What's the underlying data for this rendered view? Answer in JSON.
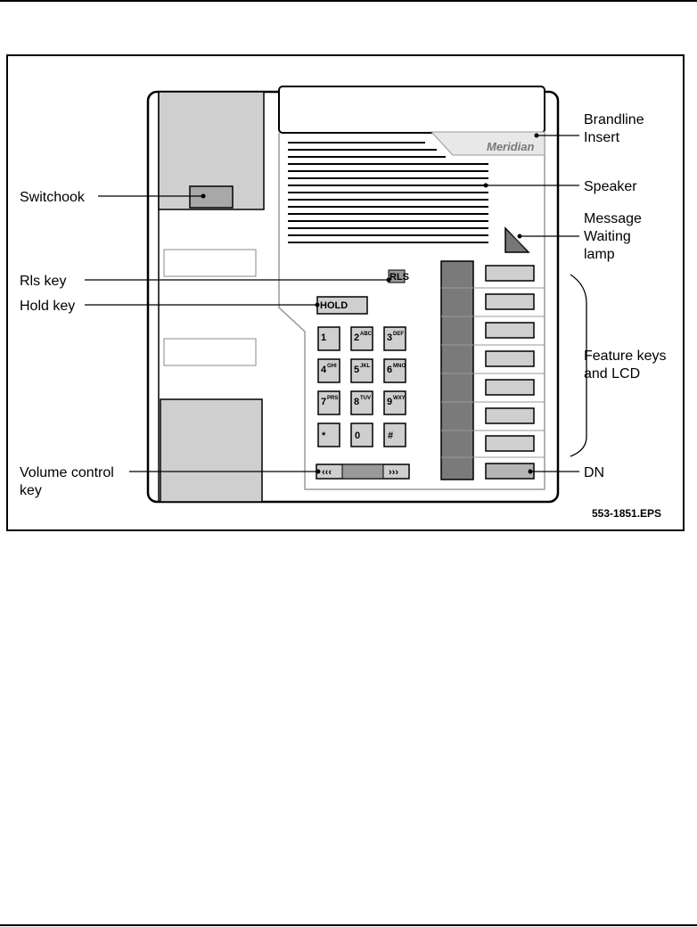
{
  "labels": {
    "brandline_1": "Brandline",
    "brandline_2": "Insert",
    "speaker": "Speaker",
    "message_1": "Message",
    "message_2": "Waiting",
    "message_3": "lamp",
    "switchhook": "Switchook",
    "rls_key": "Rls key",
    "hold_key": "Hold key",
    "feature_1": "Feature keys",
    "feature_2": "and LCD",
    "volume_1": "Volume control",
    "volume_2": "key",
    "dn": "DN"
  },
  "phone": {
    "brand": "Meridian",
    "rls": "RLS",
    "hold": "HOLD",
    "vol_down": "‹‹‹",
    "vol_up": "›››",
    "keypad": [
      {
        "main": "1",
        "sub": ""
      },
      {
        "main": "2",
        "sub": "ABC"
      },
      {
        "main": "3",
        "sub": "DEF"
      },
      {
        "main": "4",
        "sub": "GHI"
      },
      {
        "main": "5",
        "sub": "JKL"
      },
      {
        "main": "6",
        "sub": "MNO"
      },
      {
        "main": "7",
        "sub": "PRS"
      },
      {
        "main": "8",
        "sub": "TUV"
      },
      {
        "main": "9",
        "sub": "WXY"
      },
      {
        "main": "*",
        "sub": ""
      },
      {
        "main": "0",
        "sub": ""
      },
      {
        "main": "#",
        "sub": ""
      }
    ]
  },
  "figure_id": "553-1851.EPS"
}
